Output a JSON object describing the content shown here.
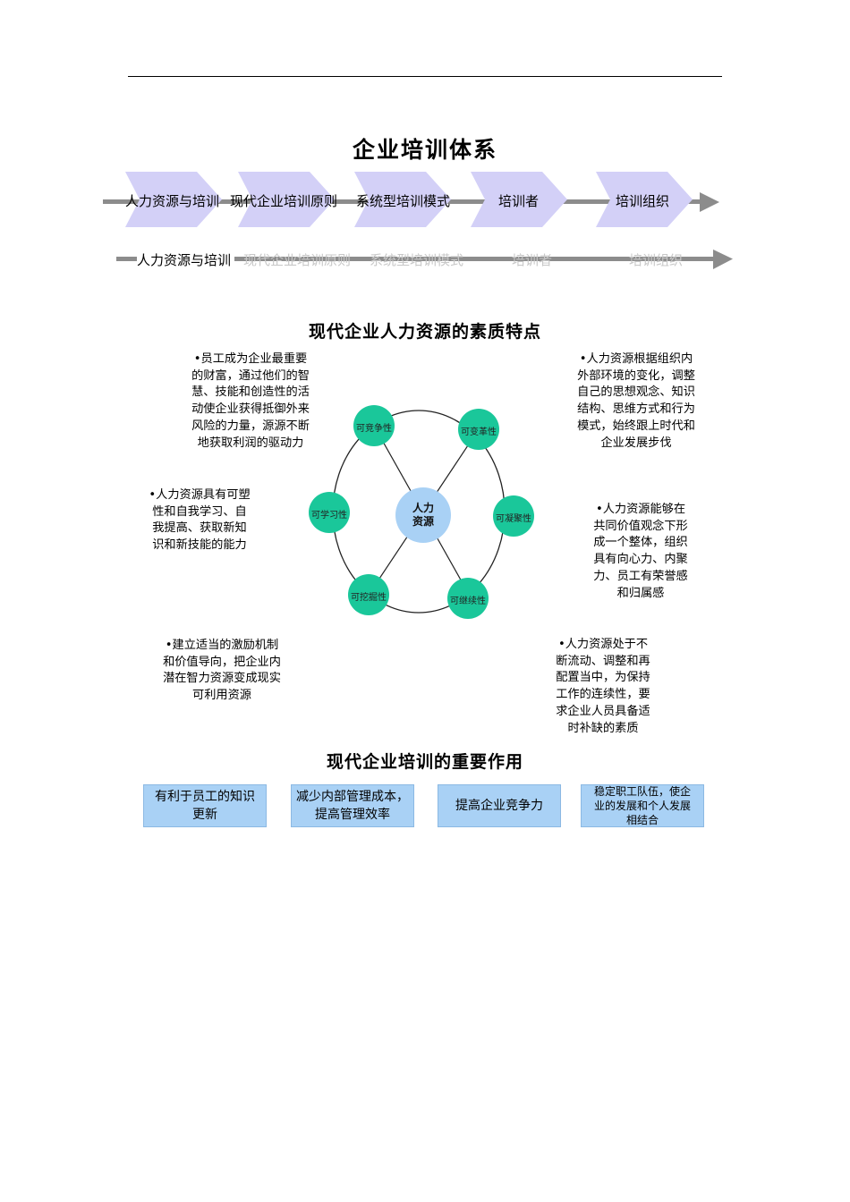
{
  "title": "企业培训体系",
  "flow_row_1": [
    "人力资源与培训",
    "现代企业培训原则",
    "系统型培训模式",
    "培训者",
    "培训组织"
  ],
  "flow_row_2": [
    "人力资源与培训",
    "现代企业培训原则",
    "系统型培训模式",
    "培训者",
    "培训组织"
  ],
  "section_traits": {
    "title": "现代企业人力资源的素质特点",
    "center": [
      "人力",
      "资源"
    ],
    "nodes": [
      "可竞争性",
      "可变革性",
      "可凝聚性",
      "可继续性",
      "可挖掘性",
      "可学习性"
    ],
    "descriptions": [
      [
        "•员工成为企业最重要",
        "的财富，通过他们的智",
        "慧、技能和创造性的活",
        "动使企业获得抵御外来",
        "风险的力量，源源不断",
        "地获取利润的驱动力"
      ],
      [
        "•人力资源根据组织内",
        "外部环境的变化，调整",
        "自己的思想观念、知识",
        "结构、思维方式和行为",
        "模式，始终跟上时代和",
        "企业发展步伐"
      ],
      [
        "•人力资源具有可塑",
        "性和自我学习、自",
        "我提高、获取新知",
        "识和新技能的能力"
      ],
      [
        "•人力资源能够在",
        "共同价值观念下形",
        "成一个整体，组织",
        "具有向心力、内聚",
        "力、员工有荣誉感",
        "和归属感"
      ],
      [
        "•建立适当的激励机制",
        "和价值导向，把企业内",
        "潜在智力资源变成现实",
        "可利用资源"
      ],
      [
        "•人力资源处于不",
        "断流动、调整和再",
        "配置当中，为保持",
        "工作的连续性，要",
        "求企业人员具备适",
        "时补缺的素质"
      ]
    ]
  },
  "section_roles": {
    "title": "现代企业培训的重要作用",
    "boxes": [
      [
        "有利于员工的知识",
        "更新"
      ],
      [
        "减少内部管理成本，",
        "提高管理效率"
      ],
      [
        "提高企业竞争力"
      ],
      [
        "稳定职工队伍，使企",
        "业的发展和个人发展",
        "相结合"
      ]
    ]
  },
  "colors": {
    "chevron": "#d3d0f7",
    "arrow": "#8c8c8c",
    "node": "#1ac79a",
    "center": "#a9d1f5",
    "role_box": "#a9d1f5"
  }
}
